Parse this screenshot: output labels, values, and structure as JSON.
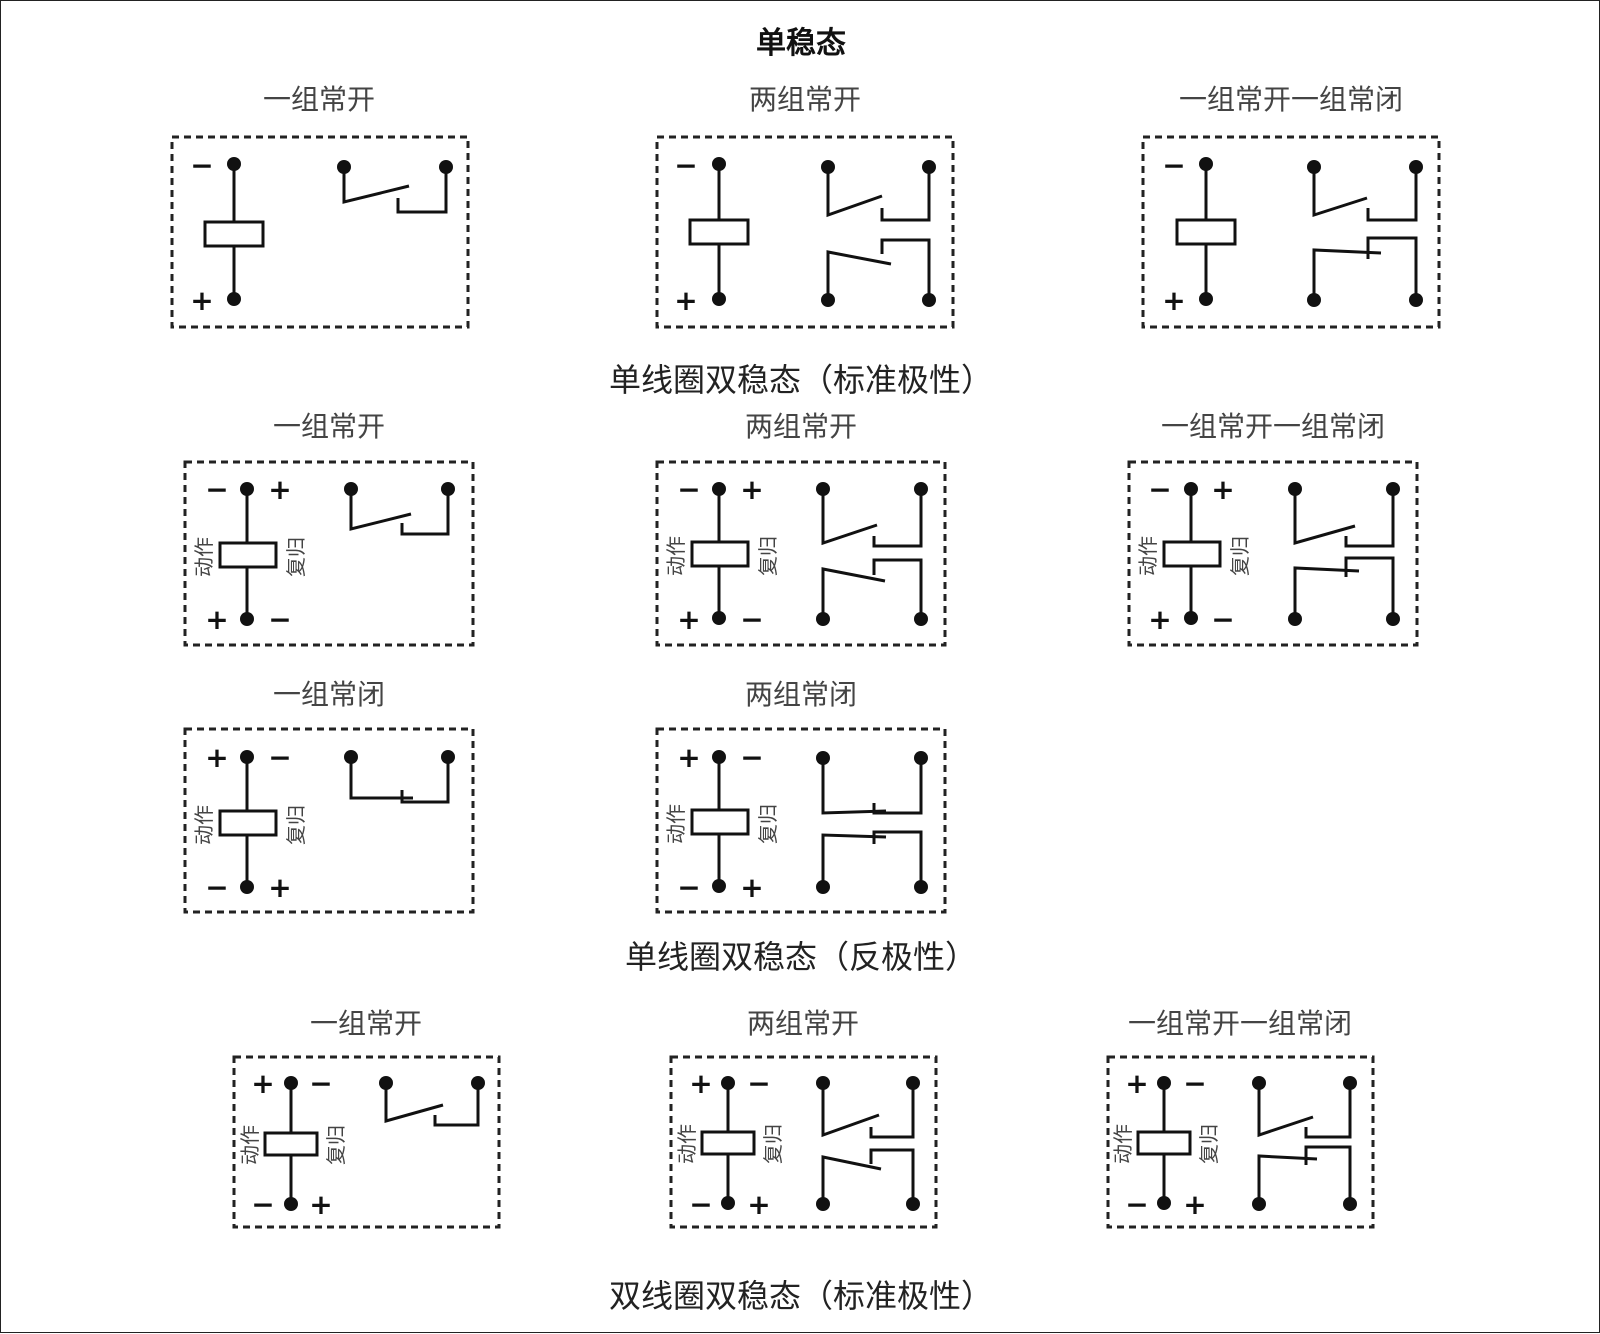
{
  "sections": [
    {
      "title": "单稳态",
      "style": "bold"
    },
    {
      "title": "单线圈双稳态（标准极性）",
      "style": "normal"
    },
    {
      "title": "单线圈双稳态（反极性）",
      "style": "normal"
    },
    {
      "title": "双线圈双稳态（标准极性）",
      "style": "normal"
    }
  ],
  "coil_labels": {
    "action": "动作",
    "reset": "复归"
  },
  "signs": {
    "plus": "+",
    "minus": "−"
  },
  "diagrams": [
    {
      "caption": "一组常开",
      "section": "单稳态",
      "contacts": [
        "NO"
      ],
      "coil_top": "−",
      "coil_bottom": "+",
      "coil_top_right": "",
      "coil_bottom_right": "",
      "coil_side_labels": false
    },
    {
      "caption": "两组常开",
      "section": "单稳态",
      "contacts": [
        "NO",
        "NO"
      ],
      "coil_top": "−",
      "coil_bottom": "+",
      "coil_top_right": "",
      "coil_bottom_right": "",
      "coil_side_labels": false
    },
    {
      "caption": "一组常开一组常闭",
      "section": "单稳态",
      "contacts": [
        "NO",
        "NC"
      ],
      "coil_top": "−",
      "coil_bottom": "+",
      "coil_top_right": "",
      "coil_bottom_right": "",
      "coil_side_labels": false
    },
    {
      "caption": "一组常开",
      "section": "单线圈双稳态（标准极性）",
      "contacts": [
        "NO"
      ],
      "coil_top": "−",
      "coil_bottom": "+",
      "coil_top_right": "+",
      "coil_bottom_right": "−",
      "coil_side_labels": true
    },
    {
      "caption": "两组常开",
      "section": "单线圈双稳态（标准极性）",
      "contacts": [
        "NO",
        "NO"
      ],
      "coil_top": "−",
      "coil_bottom": "+",
      "coil_top_right": "+",
      "coil_bottom_right": "−",
      "coil_side_labels": true
    },
    {
      "caption": "一组常开一组常闭",
      "section": "单线圈双稳态（标准极性）",
      "contacts": [
        "NO",
        "NC"
      ],
      "coil_top": "−",
      "coil_bottom": "+",
      "coil_top_right": "+",
      "coil_bottom_right": "−",
      "coil_side_labels": true
    },
    {
      "caption": "一组常闭",
      "section": "单线圈双稳态（标准极性）",
      "contacts": [
        "NC"
      ],
      "coil_top": "+",
      "coil_bottom": "−",
      "coil_top_right": "−",
      "coil_bottom_right": "+",
      "coil_side_labels": true
    },
    {
      "caption": "两组常闭",
      "section": "单线圈双稳态（标准极性）",
      "contacts": [
        "NC",
        "NC"
      ],
      "coil_top": "+",
      "coil_bottom": "−",
      "coil_top_right": "−",
      "coil_bottom_right": "+",
      "coil_side_labels": true
    },
    {
      "caption": "一组常开",
      "section": "双线圈双稳态（标准极性）",
      "contacts": [
        "NO"
      ],
      "coil_top": "+",
      "coil_bottom": "−",
      "coil_top_right": "−",
      "coil_bottom_right": "+",
      "coil_side_labels": true
    },
    {
      "caption": "两组常开",
      "section": "双线圈双稳态（标准极性）",
      "contacts": [
        "NO",
        "NO"
      ],
      "coil_top": "+",
      "coil_bottom": "−",
      "coil_top_right": "−",
      "coil_bottom_right": "+",
      "coil_side_labels": true
    },
    {
      "caption": "一组常开一组常闭",
      "section": "双线圈双稳态（标准极性）",
      "contacts": [
        "NO",
        "NC"
      ],
      "coil_top": "+",
      "coil_bottom": "−",
      "coil_top_right": "−",
      "coil_bottom_right": "+",
      "coil_side_labels": true
    }
  ]
}
